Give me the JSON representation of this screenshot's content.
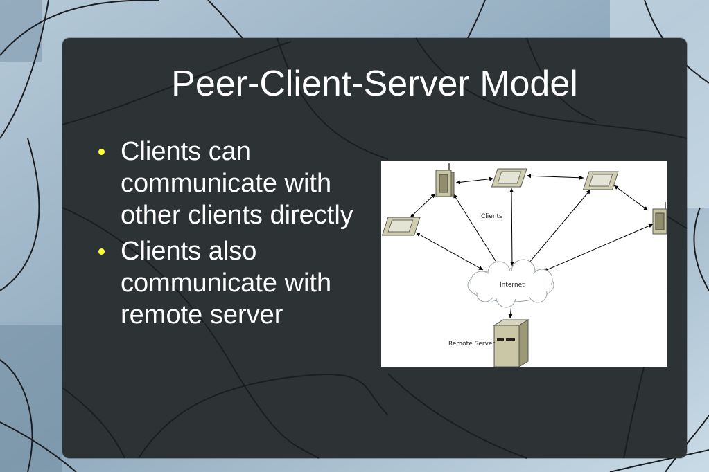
{
  "slide": {
    "title": "Peer-Client-Server Model",
    "bullets": [
      "Clients can communicate with other clients directly",
      "Clients also communicate with remote server"
    ],
    "colors": {
      "panel": "#2d3235",
      "text": "#ffffff",
      "bullet": "#ffff33",
      "background": "#9fb9cc"
    }
  },
  "diagram": {
    "clients_label": "Clients",
    "internet_label": "Internet",
    "server_label": "Remote Server",
    "nodes": [
      {
        "id": "phone-1",
        "kind": "phone-icon"
      },
      {
        "id": "pda-1",
        "kind": "pda-icon"
      },
      {
        "id": "pda-2",
        "kind": "pda-icon"
      },
      {
        "id": "pda-left",
        "kind": "pda-icon"
      },
      {
        "id": "phone-right",
        "kind": "phone-icon"
      },
      {
        "id": "internet",
        "kind": "cloud-icon"
      },
      {
        "id": "server",
        "kind": "server-icon"
      }
    ]
  }
}
